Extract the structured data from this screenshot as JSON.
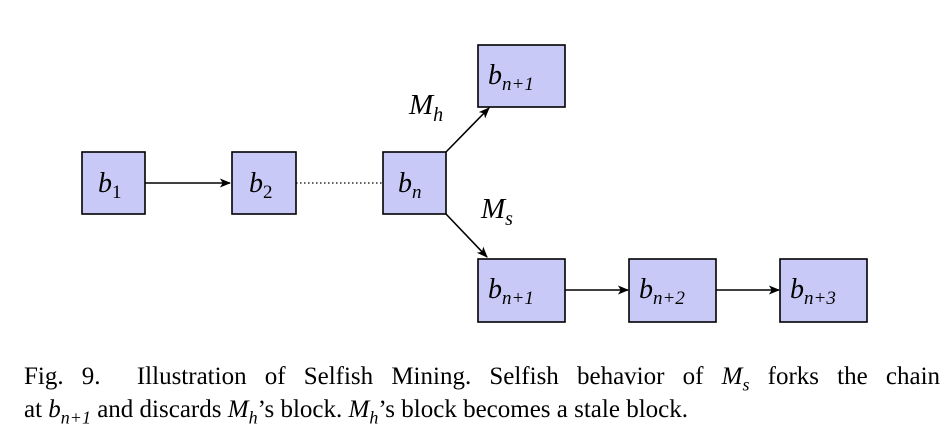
{
  "diagram": {
    "blocks": [
      {
        "id": "b1",
        "base": "b",
        "sub": "1"
      },
      {
        "id": "b2",
        "base": "b",
        "sub": "2"
      },
      {
        "id": "bn",
        "base": "b",
        "sub": "n"
      },
      {
        "id": "bn1_top",
        "base": "b",
        "sub": "n+1"
      },
      {
        "id": "bn1_bottom",
        "base": "b",
        "sub": "n+1"
      },
      {
        "id": "bn2",
        "base": "b",
        "sub": "n+2"
      },
      {
        "id": "bn3",
        "base": "b",
        "sub": "n+3"
      }
    ],
    "edges": [
      {
        "from": "b1",
        "to": "b2",
        "style": "solid-arrow"
      },
      {
        "from": "b2",
        "to": "bn",
        "style": "dotted"
      },
      {
        "from": "bn",
        "to": "bn1_top",
        "style": "solid-arrow",
        "label_base": "M",
        "label_sub": "h"
      },
      {
        "from": "bn",
        "to": "bn1_bottom",
        "style": "solid-arrow",
        "label_base": "M",
        "label_sub": "s"
      },
      {
        "from": "bn1_bottom",
        "to": "bn2",
        "style": "solid-arrow"
      },
      {
        "from": "bn2",
        "to": "bn3",
        "style": "solid-arrow"
      }
    ],
    "block_fill": "#c9c9f7"
  },
  "caption": {
    "fig_label": "Fig. 9.",
    "text1": "Illustration of Selfish Mining. Selfish behavior of",
    "var_ms_base": "M",
    "var_ms_sub": "s",
    "text2": "forks the chain",
    "text3": "at",
    "var_b_base": "b",
    "var_b_sub": "n+1",
    "text4": "and discards",
    "var_mh_base": "M",
    "var_mh_sub": "h",
    "text5": "’s block.",
    "var_mh2_base": "M",
    "var_mh2_sub": "h",
    "text6": "’s block becomes a stale block."
  }
}
